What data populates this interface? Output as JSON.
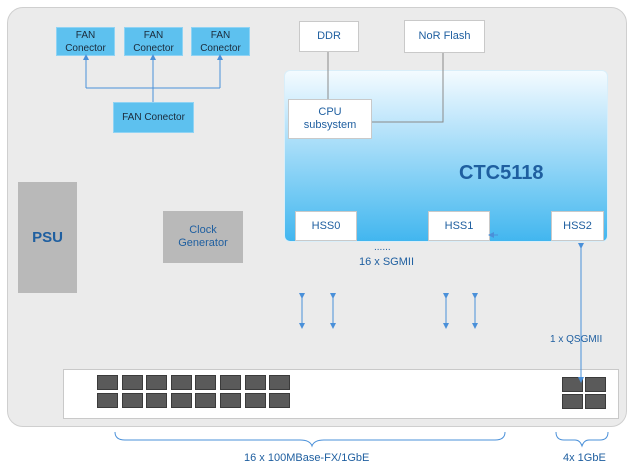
{
  "fan": {
    "unit_label": "FAN\nConector",
    "group_label": "FAN Conector"
  },
  "memory": {
    "ddr": "DDR",
    "nor": "NoR Flash"
  },
  "soc": {
    "name": "CTC5118",
    "cpu": "CPU\nsubsystem",
    "hss": [
      "HSS0",
      "HSS1",
      "HSS2"
    ]
  },
  "psu": "PSU",
  "clock": "Clock\nGenerator",
  "links": {
    "dots": "......",
    "sgmii": "16 x SGMII",
    "qsgmii": "1 x QSGMII"
  },
  "ports": {
    "main_label": "16 x 100MBase-FX/1GbE",
    "side_label": "4x 1GbE"
  },
  "colors": {
    "fan": "#5dc1ef",
    "arrow": "#4a90d9",
    "text": "#1f5fa0",
    "soc": "#42b6ef"
  }
}
